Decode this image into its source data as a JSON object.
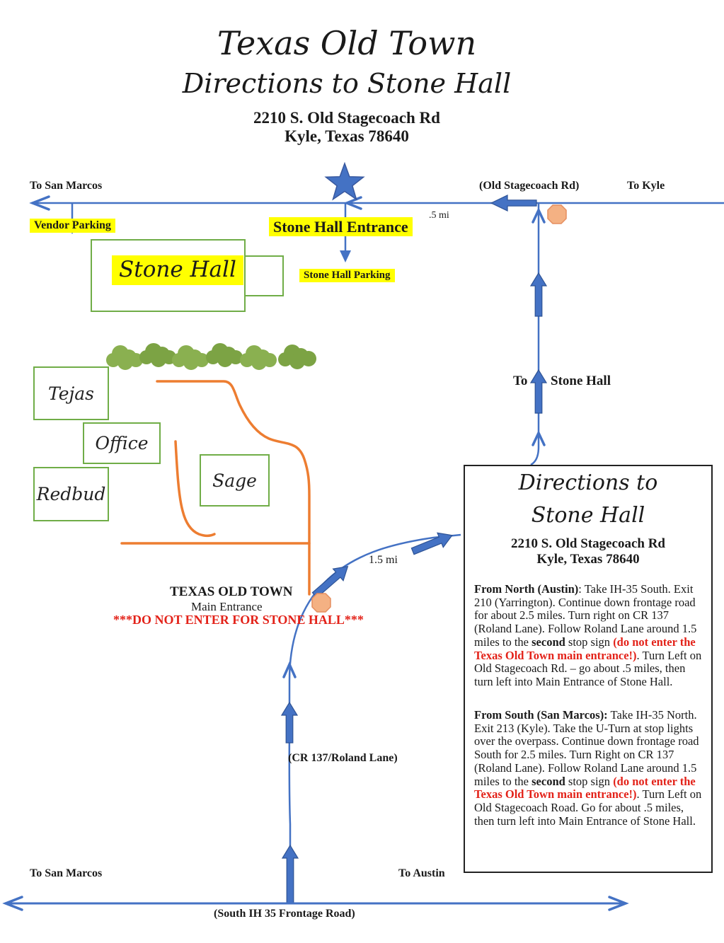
{
  "header": {
    "title": "Texas Old Town",
    "subtitle": "Directions to Stone Hall",
    "address_line1": "2210 S. Old Stagecoach Rd",
    "address_line2": "Kyle, Texas 78640"
  },
  "map": {
    "labels": {
      "to_san_marcos_top": "To San Marcos",
      "old_stagecoach_rd": "(Old Stagecoach Rd)",
      "to_kyle": "To Kyle",
      "half_mile": ".5 mi",
      "vendor_parking": "Vendor Parking",
      "stone_hall_entrance": "Stone Hall Entrance",
      "stone_hall_parking": "Stone Hall Parking",
      "to_word": "To",
      "stone_hall_word": "Stone Hall",
      "one_half_mile": "1.5 mi",
      "texas_old_town": "TEXAS OLD TOWN",
      "main_entrance": "Main Entrance",
      "do_not_enter": "***DO NOT ENTER FOR STONE HALL***",
      "cr137": "(CR 137/Roland Lane)",
      "to_san_marcos_bottom": "To San Marcos",
      "to_austin": "To Austin",
      "frontage_road": "(South IH 35 Frontage Road)"
    },
    "buildings": {
      "stone_hall": "Stone Hall",
      "tejas": "Tejas",
      "office": "Office",
      "redbud": "Redbud",
      "sage": "Sage"
    },
    "icons": {
      "star": "stone-hall-entrance-star",
      "stop_sign": "stop-sign-octagon",
      "trees": "tree-row",
      "arrows": "route-direction-arrows"
    }
  },
  "directions_box": {
    "title_line1": "Directions to",
    "title_line2": "Stone Hall",
    "address_line1": "2210 S. Old Stagecoach Rd",
    "address_line2": "Kyle, Texas 78640",
    "from_north": [
      {
        "text": "From North (Austin)",
        "bold": true
      },
      {
        "text": ": Take IH-35 South. Exit 210 (Yarrington). Continue down frontage road for about 2.5 miles. Turn right on CR 137 (Roland Lane). Follow Roland Lane around 1.5 miles to the "
      },
      {
        "text": "second",
        "bold": true
      },
      {
        "text": " stop sign "
      },
      {
        "text": "(do not enter the Texas Old Town main entrance!)",
        "bold": true,
        "red": true
      },
      {
        "text": ". Turn Left on Old Stagecoach Rd. – go about .5 miles, then turn left into Main Entrance of Stone Hall."
      }
    ],
    "from_south": [
      {
        "text": "From South (San Marcos):",
        "bold": true
      },
      {
        "text": " Take IH-35 North. Exit 213 (Kyle). Take the U-Turn at stop lights over the overpass. Continue down frontage road South for 2.5 miles. Turn Right on CR 137 (Roland Lane). Follow Roland Lane around 1.5 miles to the "
      },
      {
        "text": "second",
        "bold": true
      },
      {
        "text": " stop sign "
      },
      {
        "text": "(do not enter the Texas Old Town main entrance!)",
        "bold": true,
        "red": true
      },
      {
        "text": ".  Turn Left on Old Stagecoach Road. Go for about .5 miles, then turn left into Main Entrance of Stone Hall."
      }
    ]
  },
  "colors": {
    "road_blue": "#4472C4",
    "arrow_border_blue": "#2E5395",
    "building_green": "#70AD47",
    "path_orange": "#ED7D31",
    "stop_sign_fill": "#F4B183",
    "tree_green": "#85AB4B",
    "highlight_yellow": "#FFFF00",
    "warning_red": "#E32219"
  }
}
